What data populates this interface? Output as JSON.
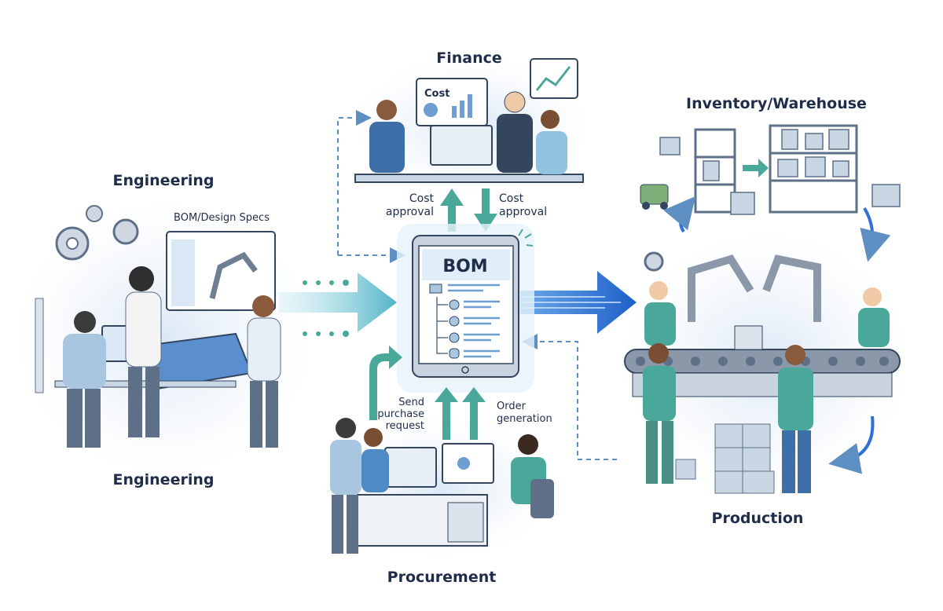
{
  "sections": {
    "finance": {
      "title": "Finance",
      "monitor_label": "Cost"
    },
    "inventory": {
      "title": "Inventory/Warehouse"
    },
    "engineering": {
      "title_top": "Engineering",
      "title_bottom": "Engineering",
      "screen_label": "BOM/Design Specs"
    },
    "procurement": {
      "title": "Procurement"
    },
    "production": {
      "title": "Production"
    }
  },
  "bom": {
    "title": "BOM"
  },
  "flows": {
    "cost_up": [
      "Cost",
      "approval"
    ],
    "cost_down": [
      "Cost",
      "approval"
    ],
    "purchase": [
      "Send",
      "purchase",
      "request"
    ],
    "order": [
      "Order",
      "generation"
    ]
  },
  "colors": {
    "teal": "#4aa89a",
    "blue": "#2f6fd6",
    "navy": "#1f2d4a",
    "halo": "#e4eef8",
    "slate": "#5d7088"
  }
}
